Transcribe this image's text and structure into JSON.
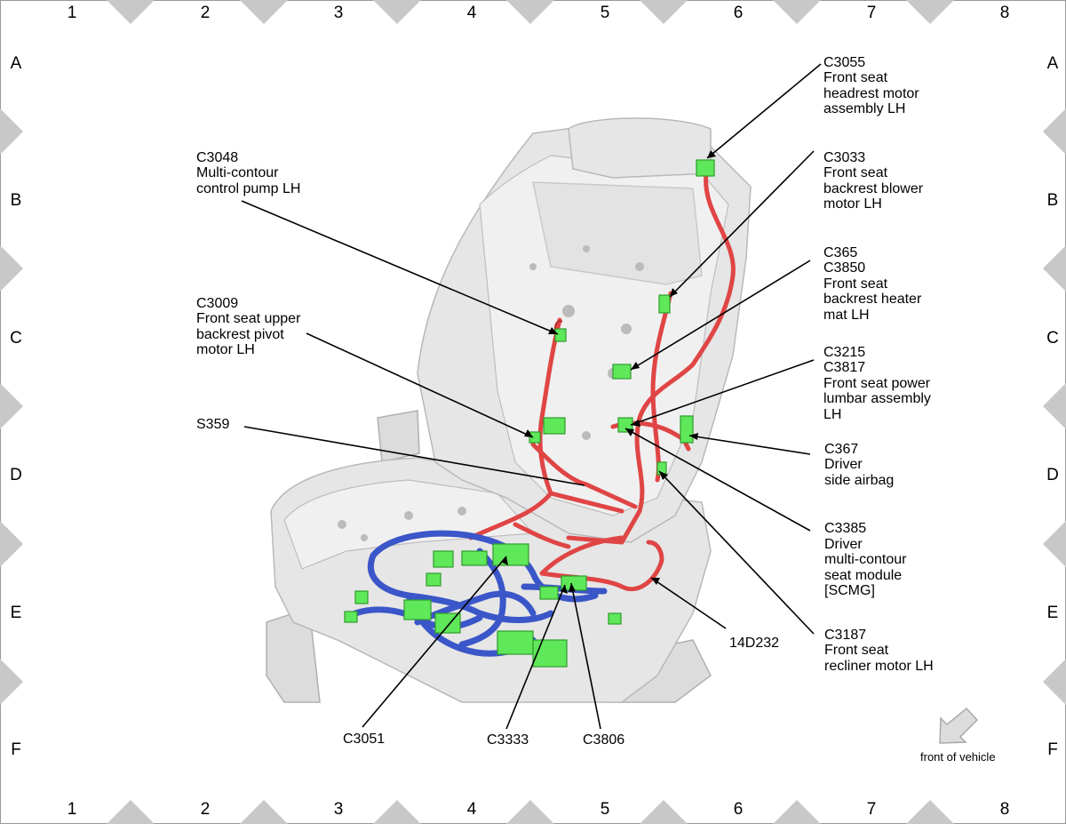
{
  "grid": {
    "columns": [
      "1",
      "2",
      "3",
      "4",
      "5",
      "6",
      "7",
      "8"
    ],
    "rows": [
      "A",
      "B",
      "C",
      "D",
      "E",
      "F"
    ]
  },
  "callouts": {
    "c3055": [
      "C3055",
      "Front seat",
      "headrest motor",
      "assembly LH"
    ],
    "c3048": [
      "C3048",
      "Multi-contour",
      "control pump LH"
    ],
    "c3033": [
      "C3033",
      "Front seat",
      "backrest blower",
      "motor LH"
    ],
    "c365": [
      "C365",
      "C3850",
      "Front seat",
      "backrest heater",
      "mat LH"
    ],
    "c3009": [
      "C3009",
      "Front seat upper",
      "backrest pivot",
      "motor LH"
    ],
    "c3215": [
      "C3215",
      "C3817",
      "Front seat power",
      "lumbar assembly",
      "LH"
    ],
    "s359": [
      "S359"
    ],
    "c367": [
      "C367",
      "Driver",
      "side airbag"
    ],
    "c3385": [
      "C3385",
      "Driver",
      "multi-contour",
      "seat module",
      "[SCMG]"
    ],
    "w14d232": [
      "14D232"
    ],
    "c3187": [
      "C3187",
      "Front seat",
      "recliner motor LH"
    ],
    "c3051": [
      "C3051"
    ],
    "c3333": [
      "C3333"
    ],
    "c3806": [
      "C3806"
    ]
  },
  "front_of_vehicle": "front of vehicle",
  "colors": {
    "harness_red": "#e04545",
    "harness_blue": "#3a56c8",
    "connector_green": "#5fe85a",
    "seat_grey": "#e6e6e6"
  }
}
